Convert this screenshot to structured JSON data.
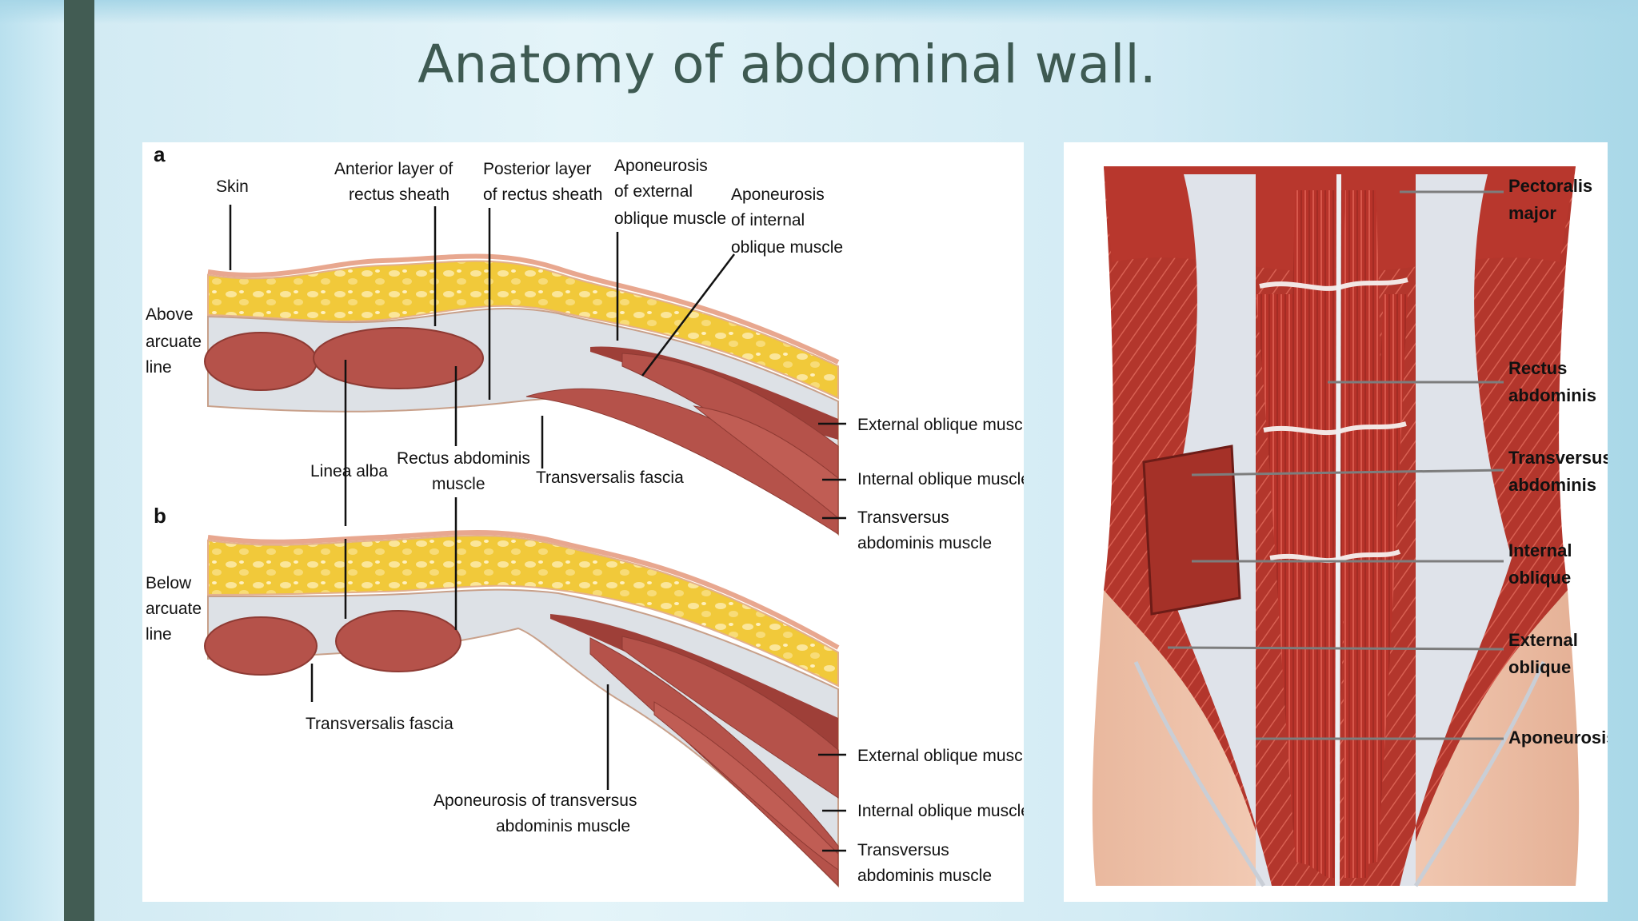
{
  "slide": {
    "title": "Anatomy of abdominal wall."
  },
  "cross_section": {
    "panel_a": "a",
    "panel_b": "b",
    "above_line": [
      "Above",
      "arcuate",
      "line"
    ],
    "below_line": [
      "Below",
      "arcuate",
      "line"
    ],
    "skin": "Skin",
    "anterior_layer": [
      "Anterior layer of",
      "rectus sheath"
    ],
    "posterior_layer": [
      "Posterior layer",
      "of rectus sheath"
    ],
    "apo_external": [
      "Aponeurosis",
      "of external",
      "oblique muscle"
    ],
    "apo_internal": [
      "Aponeurosis",
      "of internal",
      "oblique muscle"
    ],
    "linea_alba": "Linea alba",
    "rectus_muscle": [
      "Rectus abdominis",
      "muscle"
    ],
    "transversalis_fascia_a": "Transversalis fascia",
    "transversalis_fascia_b": "Transversalis fascia",
    "external_oblique_a": "External oblique muscle",
    "internal_oblique_a": "Internal oblique muscle",
    "transversus_a": [
      "Transversus",
      "abdominis muscle"
    ],
    "external_oblique_b": "External oblique muscle",
    "internal_oblique_b": "Internal oblique muscle",
    "transversus_b": [
      "Transversus",
      "abdominis muscle"
    ],
    "apo_transversus": [
      "Aponeurosis of transversus",
      "abdominis muscle"
    ]
  },
  "front_view": {
    "pectoralis": [
      "Pectoralis",
      "major"
    ],
    "rectus": [
      "Rectus",
      "abdominis"
    ],
    "transversus": [
      "Transversus",
      "abdominis"
    ],
    "internal_oblique": [
      "Internal",
      "oblique"
    ],
    "external_oblique": [
      "External",
      "oblique"
    ],
    "aponeurosis": "Aponeurosis"
  },
  "colors": {
    "bar": "#425c53",
    "title": "#3e5a52",
    "fat": "#f2cd3c",
    "muscle": "#b5524a",
    "fascia": "#d9dde3"
  }
}
